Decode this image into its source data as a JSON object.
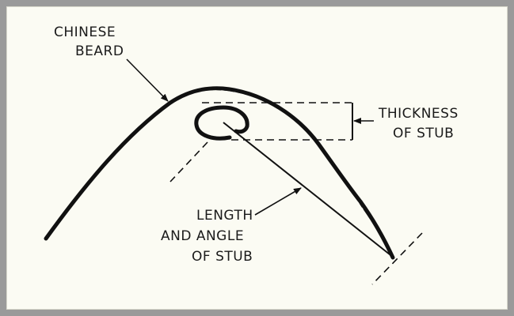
{
  "labels": {
    "chinese_beard": [
      "CHINESE",
      "BEARD"
    ],
    "thickness": [
      "THICKNESS",
      "OF STUB"
    ],
    "length_angle": [
      "LENGTH",
      "AND ANGLE",
      "OF STUB"
    ]
  }
}
